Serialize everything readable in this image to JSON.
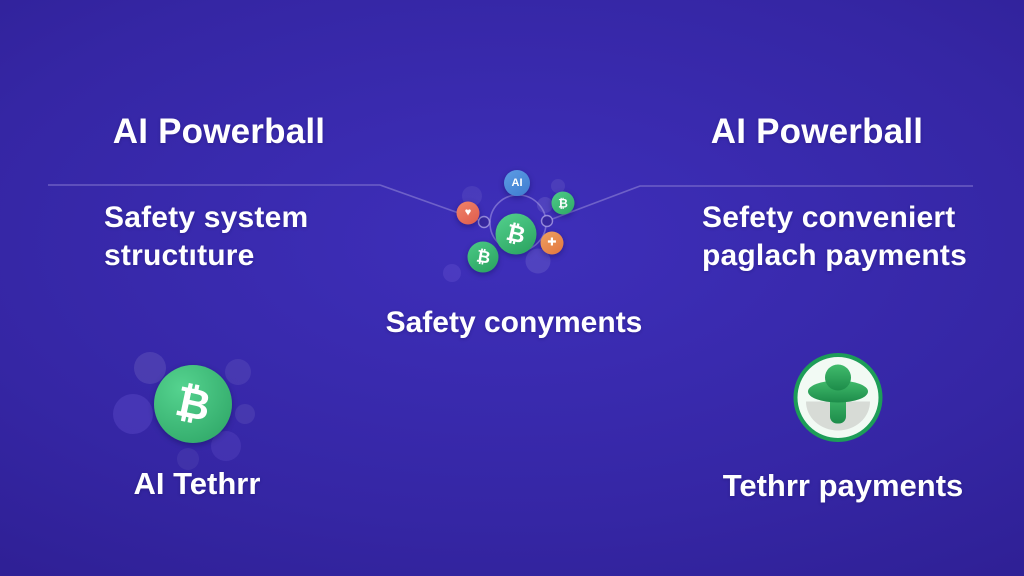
{
  "left_panel": {
    "title": "AI Powerball",
    "subtitle_line1": "Safety system",
    "subtitle_line2": "structıture",
    "coin_label": "AI Tethrr"
  },
  "right_panel": {
    "title": "AI Powerball",
    "subtitle_line1": "Sefety conveniert",
    "subtitle_line2": "paglach payments",
    "coin_label": "Tethrr payments"
  },
  "center": {
    "caption": "Safety conyments",
    "nodes": {
      "ai": "AI",
      "bitcoin": "₿",
      "heart": "♥",
      "plus": "✚"
    }
  },
  "colors": {
    "background_center": "#3e2fba",
    "background_edge": "#251677",
    "text": "#ffffff",
    "coin_green": "#3cb878",
    "coin_blue": "#4a8cd9",
    "coin_orange_red": "#e66b55",
    "coin_orange": "#e8824f",
    "line": "#8f83d6",
    "tether_green": "#1e9a53"
  }
}
